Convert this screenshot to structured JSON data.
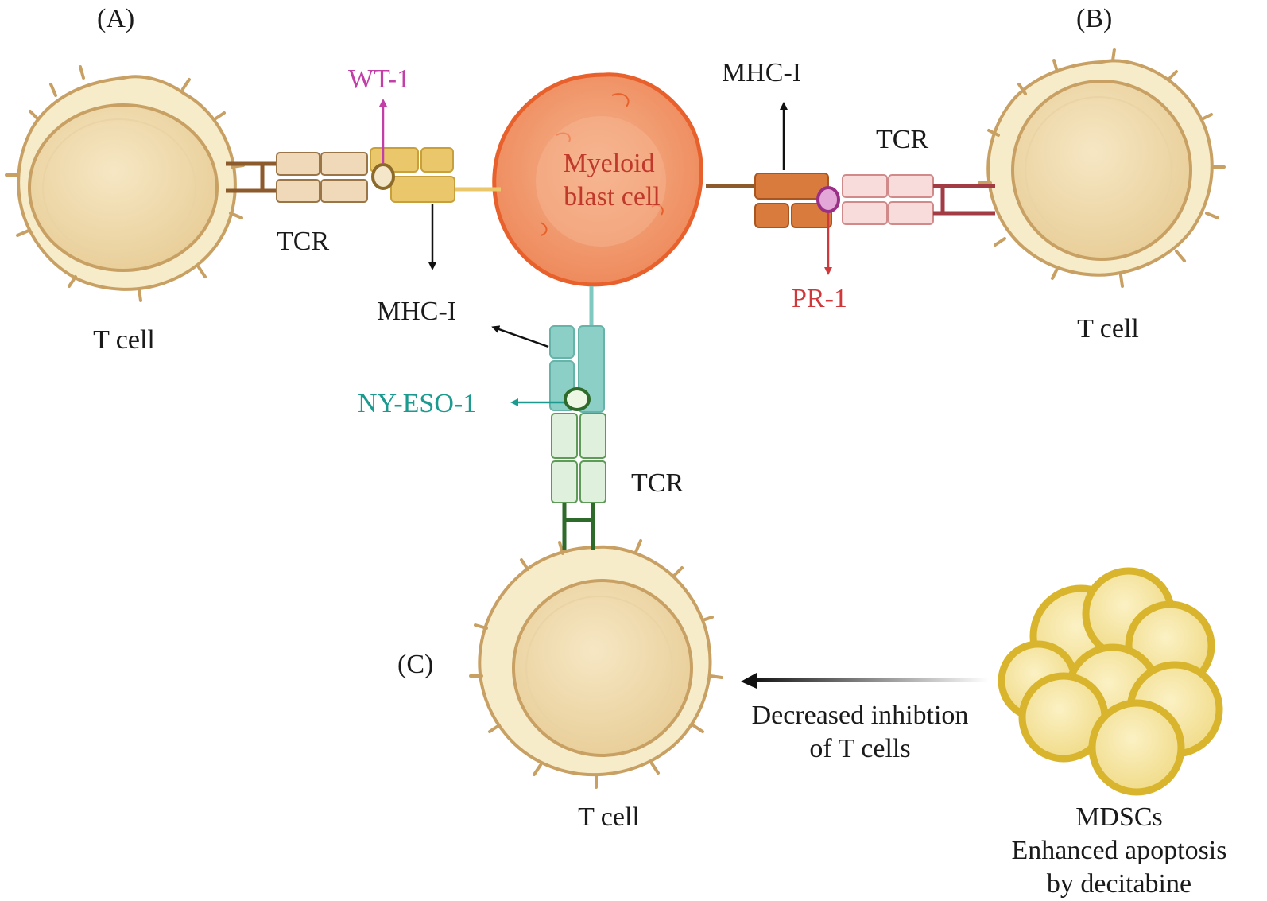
{
  "panels": {
    "a": "(A)",
    "b": "(B)",
    "c": "(C)"
  },
  "center_cell": {
    "line1": "Myeloid",
    "line2": "blast cell"
  },
  "tcell_label": "T cell",
  "tcr_label": "TCR",
  "mhc_label": "MHC-I",
  "antigens": {
    "wt1": "WT-1",
    "pr1": "PR-1",
    "nyeso1": "NY-ESO-1"
  },
  "inhibition": {
    "line1": "Decreased inhibtion",
    "line2": "of T cells"
  },
  "mdsc": {
    "line1": "MDSCs",
    "line2": "Enhanced apoptosis",
    "line3": "by decitabine"
  },
  "colors": {
    "wt1": "#c23fa8",
    "pr1": "#d0393b",
    "nyeso1": "#1d9a90",
    "blast": "#f19b72",
    "tcell": "#f6ecc9",
    "mdsc": "#f4de8a"
  }
}
